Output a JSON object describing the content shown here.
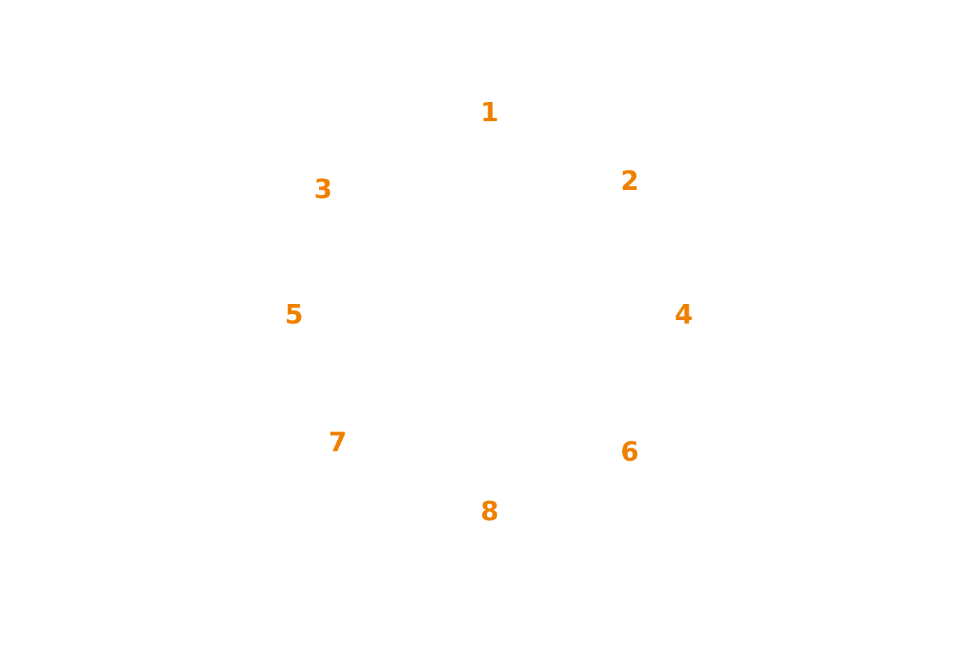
{
  "labels": {
    "one": "1",
    "two": "2",
    "three": "3",
    "four": "4",
    "five": "5",
    "six": "6",
    "seven": "7",
    "eight": "8"
  },
  "colors": {
    "label_color": "#f07f00",
    "background": "#ffffff"
  }
}
